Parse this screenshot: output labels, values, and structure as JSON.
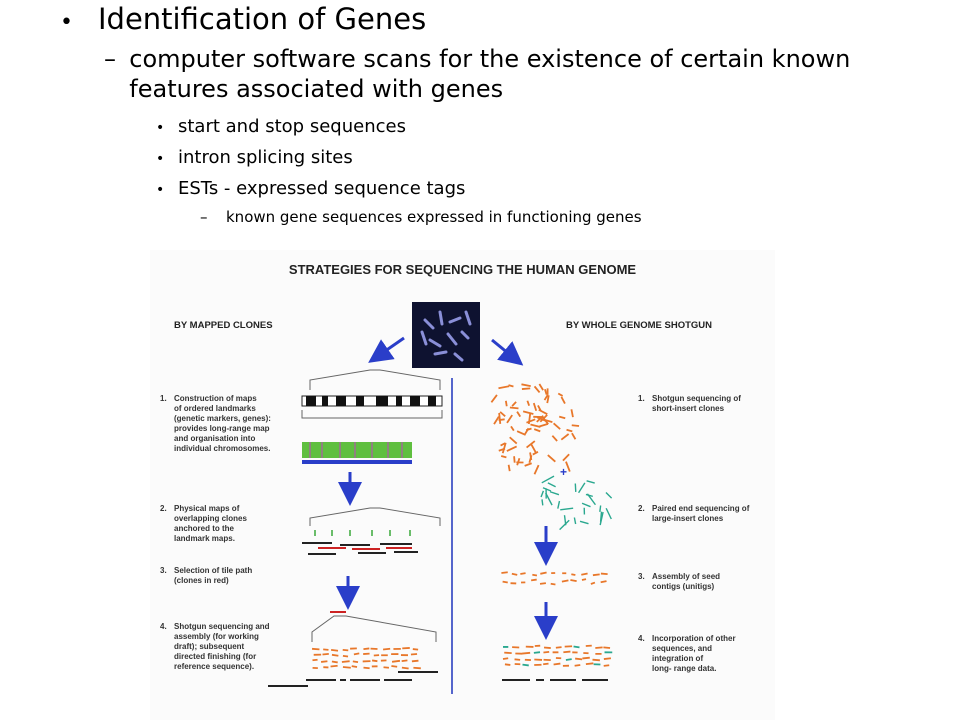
{
  "slide": {
    "heading": "Identification of Genes",
    "sub_point": "computer software scans for the existence of certain known features associated with genes",
    "features": [
      "start and stop sequences",
      "intron splicing sites",
      "ESTs - expressed sequence tags"
    ],
    "est_detail": "known gene sequences expressed in functioning genes"
  },
  "figure": {
    "title": "STRATEGIES FOR SEQUENCING THE HUMAN GENOME",
    "left_heading": "BY MAPPED CLONES",
    "right_heading": "BY WHOLE GENOME SHOTGUN",
    "left_steps": [
      {
        "num": "1.",
        "text": "Construction of maps\nof ordered landmarks\n(genetic markers, genes):\nprovides long-range map\nand organisation into\nindividual chromosomes."
      },
      {
        "num": "2.",
        "text": "Physical maps of\noverlapping clones\nanchored to the\nlandmark maps."
      },
      {
        "num": "3.",
        "text": "Selection of tile path\n(clones in red)"
      },
      {
        "num": "4.",
        "text": "Shotgun sequencing and\nassembly (for working\ndraft);  subsequent\ndirected finishing  (for\nreference sequence)."
      }
    ],
    "right_steps": [
      {
        "num": "1.",
        "text": "Shotgun sequencing of\nshort-insert clones"
      },
      {
        "num": "2.",
        "text": "Paired end sequencing of\nlarge-insert clones"
      },
      {
        "num": "3.",
        "text": "Assembly of seed\ncontigs  (unitigs)"
      },
      {
        "num": "4.",
        "text": "Incorporation of other\nsequences, and\nintegration of\nlong- range data."
      }
    ],
    "plus_sign": "+",
    "colors": {
      "orange": "#e8772a",
      "teal": "#2aa88f",
      "blue": "#2a3ec9",
      "red": "#cc2222",
      "divider": "#5566cc"
    }
  }
}
